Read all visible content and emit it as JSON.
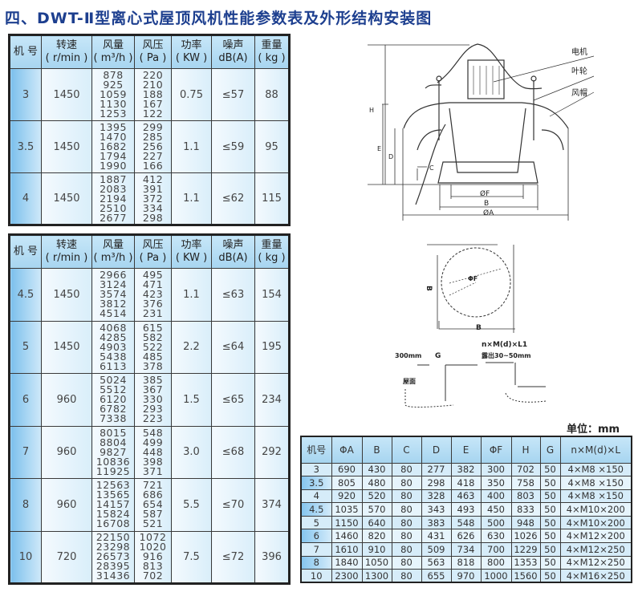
{
  "title": "四、DWT-Ⅱ型离心式屋顶风机性能参数表及外形结构安装图",
  "perf_headers": [
    {
      "l1": "机 号",
      "l2": ""
    },
    {
      "l1": "转速",
      "l2": "( r/min )"
    },
    {
      "l1": "风量",
      "l2": "( m³/h )"
    },
    {
      "l1": "风压",
      "l2": "( Pa )"
    },
    {
      "l1": "功率",
      "l2": "( KW )"
    },
    {
      "l1": "噪声",
      "l2": "dB(A)"
    },
    {
      "l1": "重量",
      "l2": "( kg )"
    }
  ],
  "table1": [
    {
      "no": "3",
      "speed": "1450",
      "flow": [
        "878",
        "925",
        "1059",
        "1130",
        "1253"
      ],
      "pressure": [
        "220",
        "210",
        "188",
        "167",
        "122"
      ],
      "power": "0.75",
      "noise": "≤57",
      "weight": "88"
    },
    {
      "no": "3.5",
      "speed": "1450",
      "flow": [
        "1395",
        "1470",
        "1682",
        "1794",
        "1990"
      ],
      "pressure": [
        "299",
        "285",
        "256",
        "227",
        "166"
      ],
      "power": "1.1",
      "noise": "≤59",
      "weight": "95"
    },
    {
      "no": "4",
      "speed": "1450",
      "flow": [
        "1887",
        "2083",
        "2194",
        "2510",
        "2677"
      ],
      "pressure": [
        "412",
        "391",
        "372",
        "334",
        "298"
      ],
      "power": "1.1",
      "noise": "≤62",
      "weight": "115"
    }
  ],
  "table2": [
    {
      "no": "4.5",
      "speed": "1450",
      "flow": [
        "2966",
        "3124",
        "3574",
        "3812",
        "4514"
      ],
      "pressure": [
        "495",
        "471",
        "423",
        "376",
        "231"
      ],
      "power": "1.1",
      "noise": "≤63",
      "weight": "154"
    },
    {
      "no": "5",
      "speed": "1450",
      "flow": [
        "4068",
        "4285",
        "4903",
        "5438",
        "6113"
      ],
      "pressure": [
        "615",
        "582",
        "522",
        "485",
        "378"
      ],
      "power": "2.2",
      "noise": "≤64",
      "weight": "195"
    },
    {
      "no": "6",
      "speed": "960",
      "flow": [
        "5024",
        "5512",
        "6120",
        "6782",
        "7338"
      ],
      "pressure": [
        "385",
        "367",
        "330",
        "293",
        "223"
      ],
      "power": "1.5",
      "noise": "≤65",
      "weight": "234"
    },
    {
      "no": "7",
      "speed": "960",
      "flow": [
        "8015",
        "8804",
        "9827",
        "10836",
        "11925"
      ],
      "pressure": [
        "548",
        "499",
        "448",
        "398",
        "371"
      ],
      "power": "3.0",
      "noise": "≤68",
      "weight": "292"
    },
    {
      "no": "8",
      "speed": "960",
      "flow": [
        "12563",
        "13565",
        "14157",
        "15824",
        "16708"
      ],
      "pressure": [
        "721",
        "686",
        "654",
        "587",
        "521"
      ],
      "power": "5.5",
      "noise": "≤70",
      "weight": "374"
    },
    {
      "no": "10",
      "speed": "720",
      "flow": [
        "22150",
        "23298",
        "26573",
        "28395",
        "31436"
      ],
      "pressure": [
        "1072",
        "1020",
        "916",
        "813",
        "702"
      ],
      "power": "7.5",
      "noise": "≤72",
      "weight": "396"
    }
  ],
  "unit": "单位：mm",
  "dim_headers": [
    "机号",
    "ΦA",
    "B",
    "C",
    "D",
    "E",
    "ΦF",
    "H",
    "G",
    "n×M(d)×L"
  ],
  "dim_rows": [
    [
      "3",
      "690",
      "430",
      "80",
      "277",
      "382",
      "300",
      "702",
      "50",
      "4×M8 ×150"
    ],
    [
      "3.5",
      "805",
      "480",
      "80",
      "298",
      "418",
      "350",
      "758",
      "50",
      "4×M8 ×150"
    ],
    [
      "4",
      "920",
      "520",
      "80",
      "328",
      "463",
      "400",
      "803",
      "50",
      "4×M8 ×150"
    ],
    [
      "4.5",
      "1035",
      "570",
      "80",
      "343",
      "493",
      "450",
      "833",
      "50",
      "4×M10×200"
    ],
    [
      "5",
      "1150",
      "640",
      "80",
      "383",
      "548",
      "500",
      "948",
      "50",
      "4×M10×200"
    ],
    [
      "6",
      "1460",
      "820",
      "80",
      "431",
      "626",
      "630",
      "1026",
      "50",
      "4×M12×200"
    ],
    [
      "7",
      "1610",
      "910",
      "80",
      "509",
      "734",
      "700",
      "1229",
      "50",
      "4×M12×250"
    ],
    [
      "8",
      "1840",
      "1050",
      "80",
      "563",
      "818",
      "800",
      "1353",
      "50",
      "4×M12×250"
    ],
    [
      "10",
      "2300",
      "1300",
      "80",
      "655",
      "970",
      "1000",
      "1560",
      "50",
      "4×M16×250"
    ]
  ],
  "diagram": {
    "motor": "电机",
    "impeller": "叶轮",
    "hood": "风帽",
    "H": "H",
    "E": "E",
    "D": "D",
    "C": "C",
    "F": "ØF",
    "B": "B",
    "A": "ØA"
  },
  "install": {
    "B_side": "B",
    "B_bottom": "B",
    "phiF": "ΦF",
    "bolt": "n×M(d)×L1",
    "exposed": "露出30~50mm",
    "height": "300mm",
    "G": "G",
    "roof": "屋面"
  }
}
